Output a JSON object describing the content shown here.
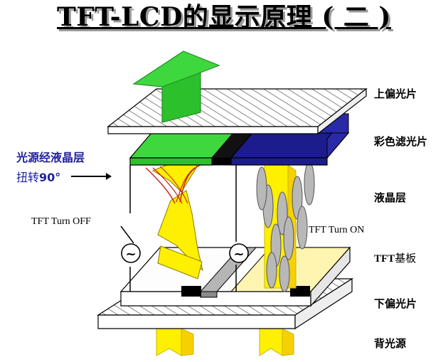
{
  "title": "TFT-LCD的显示原理 ( 二 )",
  "labels": {
    "upper_polarizer": "上偏光片",
    "color_filter": "彩色滤光片",
    "liquid_crystal_layer": "液晶层",
    "tft_substrate_bold": "TFT",
    "tft_substrate_rest": "基板",
    "lower_polarizer": "下偏光片",
    "backlight": "背光源"
  },
  "annotations": {
    "light_twist_title": "光源经液晶层",
    "light_twist_prefix": "扭转",
    "light_twist_angle": "90°",
    "tft_off": "TFT Turn OFF",
    "tft_on": "TFT Turn ON",
    "ac_symbol": "~"
  },
  "colors": {
    "green_filter": "#3ed83e",
    "blue_filter": "#1c1c8c",
    "light_yellow": "#ffef00",
    "substrate_yellow": "#fff5b0",
    "annotation_blue": "#2222a0",
    "lc_molecule_gray": "#b8b8b8"
  }
}
